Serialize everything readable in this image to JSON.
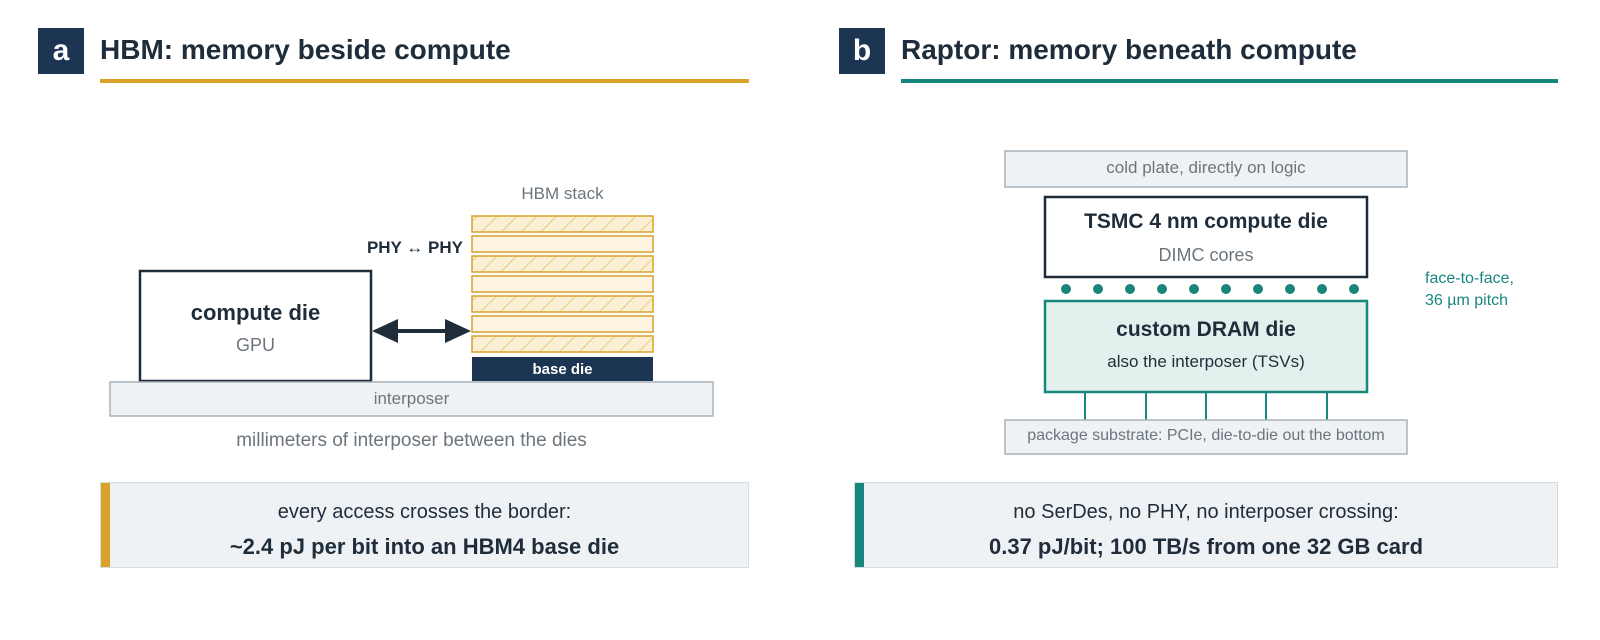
{
  "panels": {
    "a": {
      "letter": "a",
      "title": "HBM: memory beside compute",
      "accent_color": "#d9a22b",
      "hbm_stack_label": "HBM stack",
      "phy_label": "PHY ↔ PHY",
      "compute_die": {
        "title": "compute die",
        "subtitle": "GPU"
      },
      "base_die_label": "base die",
      "interposer_label": "interposer",
      "caption": "millimeters of interposer between the dies",
      "callout": {
        "line1": "every access crosses the border:",
        "line2": "~2.4 pJ per bit into an HBM4 base die"
      }
    },
    "b": {
      "letter": "b",
      "title": "Raptor: memory beneath compute",
      "accent_color": "#17877e",
      "cold_plate_label": "cold plate, directly on logic",
      "compute_die": {
        "title": "TSMC 4 nm compute die",
        "subtitle": "DIMC cores"
      },
      "bond_note": {
        "line1": "face-to-face,",
        "line2": "36 µm pitch"
      },
      "dram_die": {
        "title": "custom DRAM die",
        "subtitle": "also the interposer (TSVs)"
      },
      "substrate_label": "package substrate: PCIe, die-to-die out the bottom",
      "callout": {
        "line1": "no SerDes, no PHY, no interposer crossing:",
        "line2": "0.37 pJ/bit; 100 TB/s from one 32 GB card"
      }
    }
  }
}
